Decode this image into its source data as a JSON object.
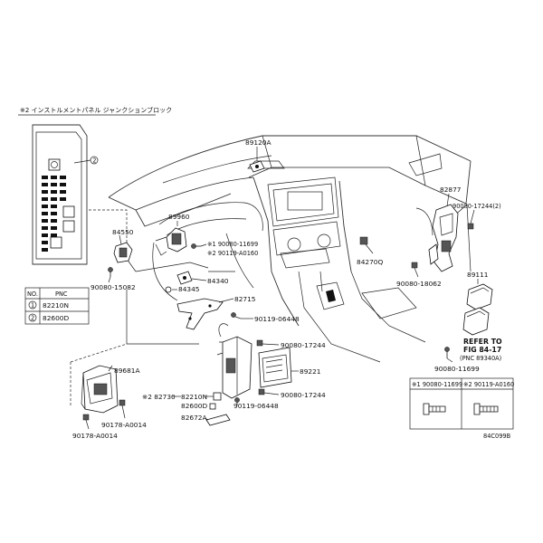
{
  "jb_title": "※2 インストルメントパネル ジャンクションブロック",
  "jb_callout": "2",
  "table_pnc": {
    "header_no": "NO.",
    "header_pnc": "PNC",
    "rows": [
      {
        "no": "1",
        "pnc": "82210N"
      },
      {
        "no": "2",
        "pnc": "82600D"
      }
    ]
  },
  "labels": {
    "p89120A": "89120A",
    "p89960": "89960",
    "p84550": "84550",
    "p90080_15082": "90080-15082",
    "p90080_11699_a": "※1 90080-11699",
    "p90119_A0160_a": "※2 90119-A0160",
    "p84340": "84340",
    "p84345": "84345",
    "p82715": "82715",
    "p90119_06448_a": "90119-06448",
    "p89681A": "89681A",
    "p90178_A0014_a": "90178-A0014",
    "p90178_A0014_b": "90178-A0014",
    "p82730": "※2 82730",
    "p82210N": "82210N",
    "p82600D": "82600D",
    "p82672A": "82672A",
    "p90119_06448_b": "90119-06448",
    "p90080_17244_a": "90080-17244",
    "p90080_17244_b": "90080-17244",
    "p89221": "89221",
    "p84270Q": "84270Q",
    "p82877": "82877",
    "p90080_17244_2": "90080-17244(2)",
    "p90080_18062": "90080-18062",
    "p89111": "89111",
    "refer_1": "REFER TO",
    "refer_2": "FIG 84-17",
    "refer_3": "(PNC 89340A)",
    "p90080_11699_b": "90080-11699",
    "legend_1": "※1 90080-11699",
    "legend_2": "※2 90119-A0160",
    "figure_id": "84C099B"
  }
}
